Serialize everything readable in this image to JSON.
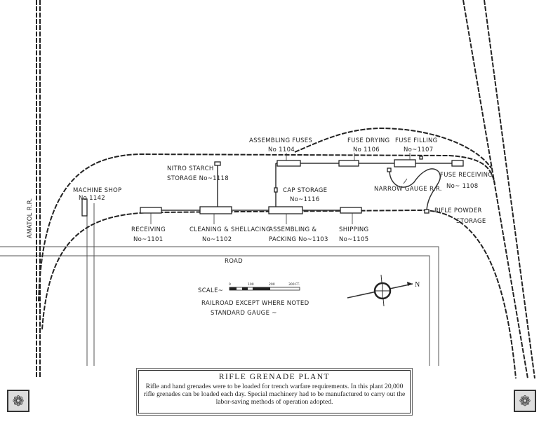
{
  "title": "RIFLE GRENADE PLANT",
  "description": "Rifle and hand grenades were to be loaded for trench warfare requirements. In this plant 20,000 rifle grenades can be loaded each day. Special machinery had to be manufactured to carry out the labor-saving methods of operation adopted.",
  "labels": {
    "amatol": "AMATOL R.R.",
    "machine_shop": "MACHINE SHOP",
    "machine_shop_no": "No 1142",
    "nitro": "NITRO STARCH",
    "nitro_no": "STORAGE No~1118",
    "assembling_fuses": "ASSEMBLING FUSES",
    "assembling_fuses_no": "No 1104",
    "fuse_drying": "FUSE DRYING",
    "fuse_drying_no": "No 1106",
    "fuse_filling": "FUSE FILLING",
    "fuse_filling_no": "No~1107",
    "fuse_receiving": "FUSE RECEIVING",
    "fuse_receiving_no": "No~ 1108",
    "narrow_gauge": "NARROW GAUGE R.R.",
    "cap_storage": "CAP STORAGE",
    "cap_storage_no": "No~1116",
    "rifle_powder": "RIFLE POWDER",
    "rifle_powder_2": "STORAGE",
    "receiving": "RECEIVING",
    "receiving_no": "No~1101",
    "cleaning": "CLEANING & SHELLACING",
    "cleaning_no": "No~1102",
    "assembling": "ASSEMBLING &",
    "assembling_2": "PACKING No~1103",
    "shipping": "SHIPPING",
    "shipping_no": "No~1105",
    "road": "ROAD",
    "scale": "SCALE~",
    "scale_0": "0",
    "scale_100": "100",
    "scale_200": "200",
    "scale_300": "300 FT.",
    "railroad_note": "RAILROAD EXCEPT WHERE NOTED",
    "railroad_note_2": "STANDARD GAUGE ~",
    "north": "N"
  }
}
